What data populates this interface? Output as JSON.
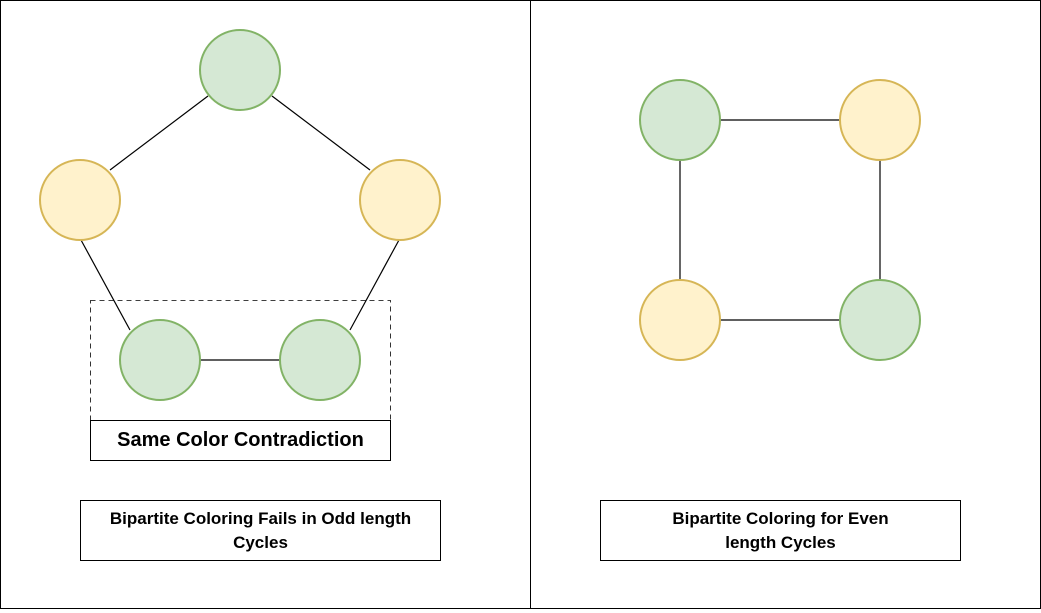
{
  "colors": {
    "green_fill": "#d5e8d4",
    "green_stroke": "#82b366",
    "yellow_fill": "#fff2cc",
    "yellow_stroke": "#d6b656",
    "edge": "#000000"
  },
  "left_panel": {
    "highlight_label": "Same Color Contradiction",
    "caption": "Bipartite Coloring Fails in Odd length Cycles",
    "nodes": [
      "green",
      "yellow",
      "yellow",
      "green",
      "green"
    ]
  },
  "right_panel": {
    "caption": "Bipartite Coloring for Even length Cycles",
    "nodes": [
      "green",
      "yellow",
      "yellow",
      "green"
    ]
  }
}
